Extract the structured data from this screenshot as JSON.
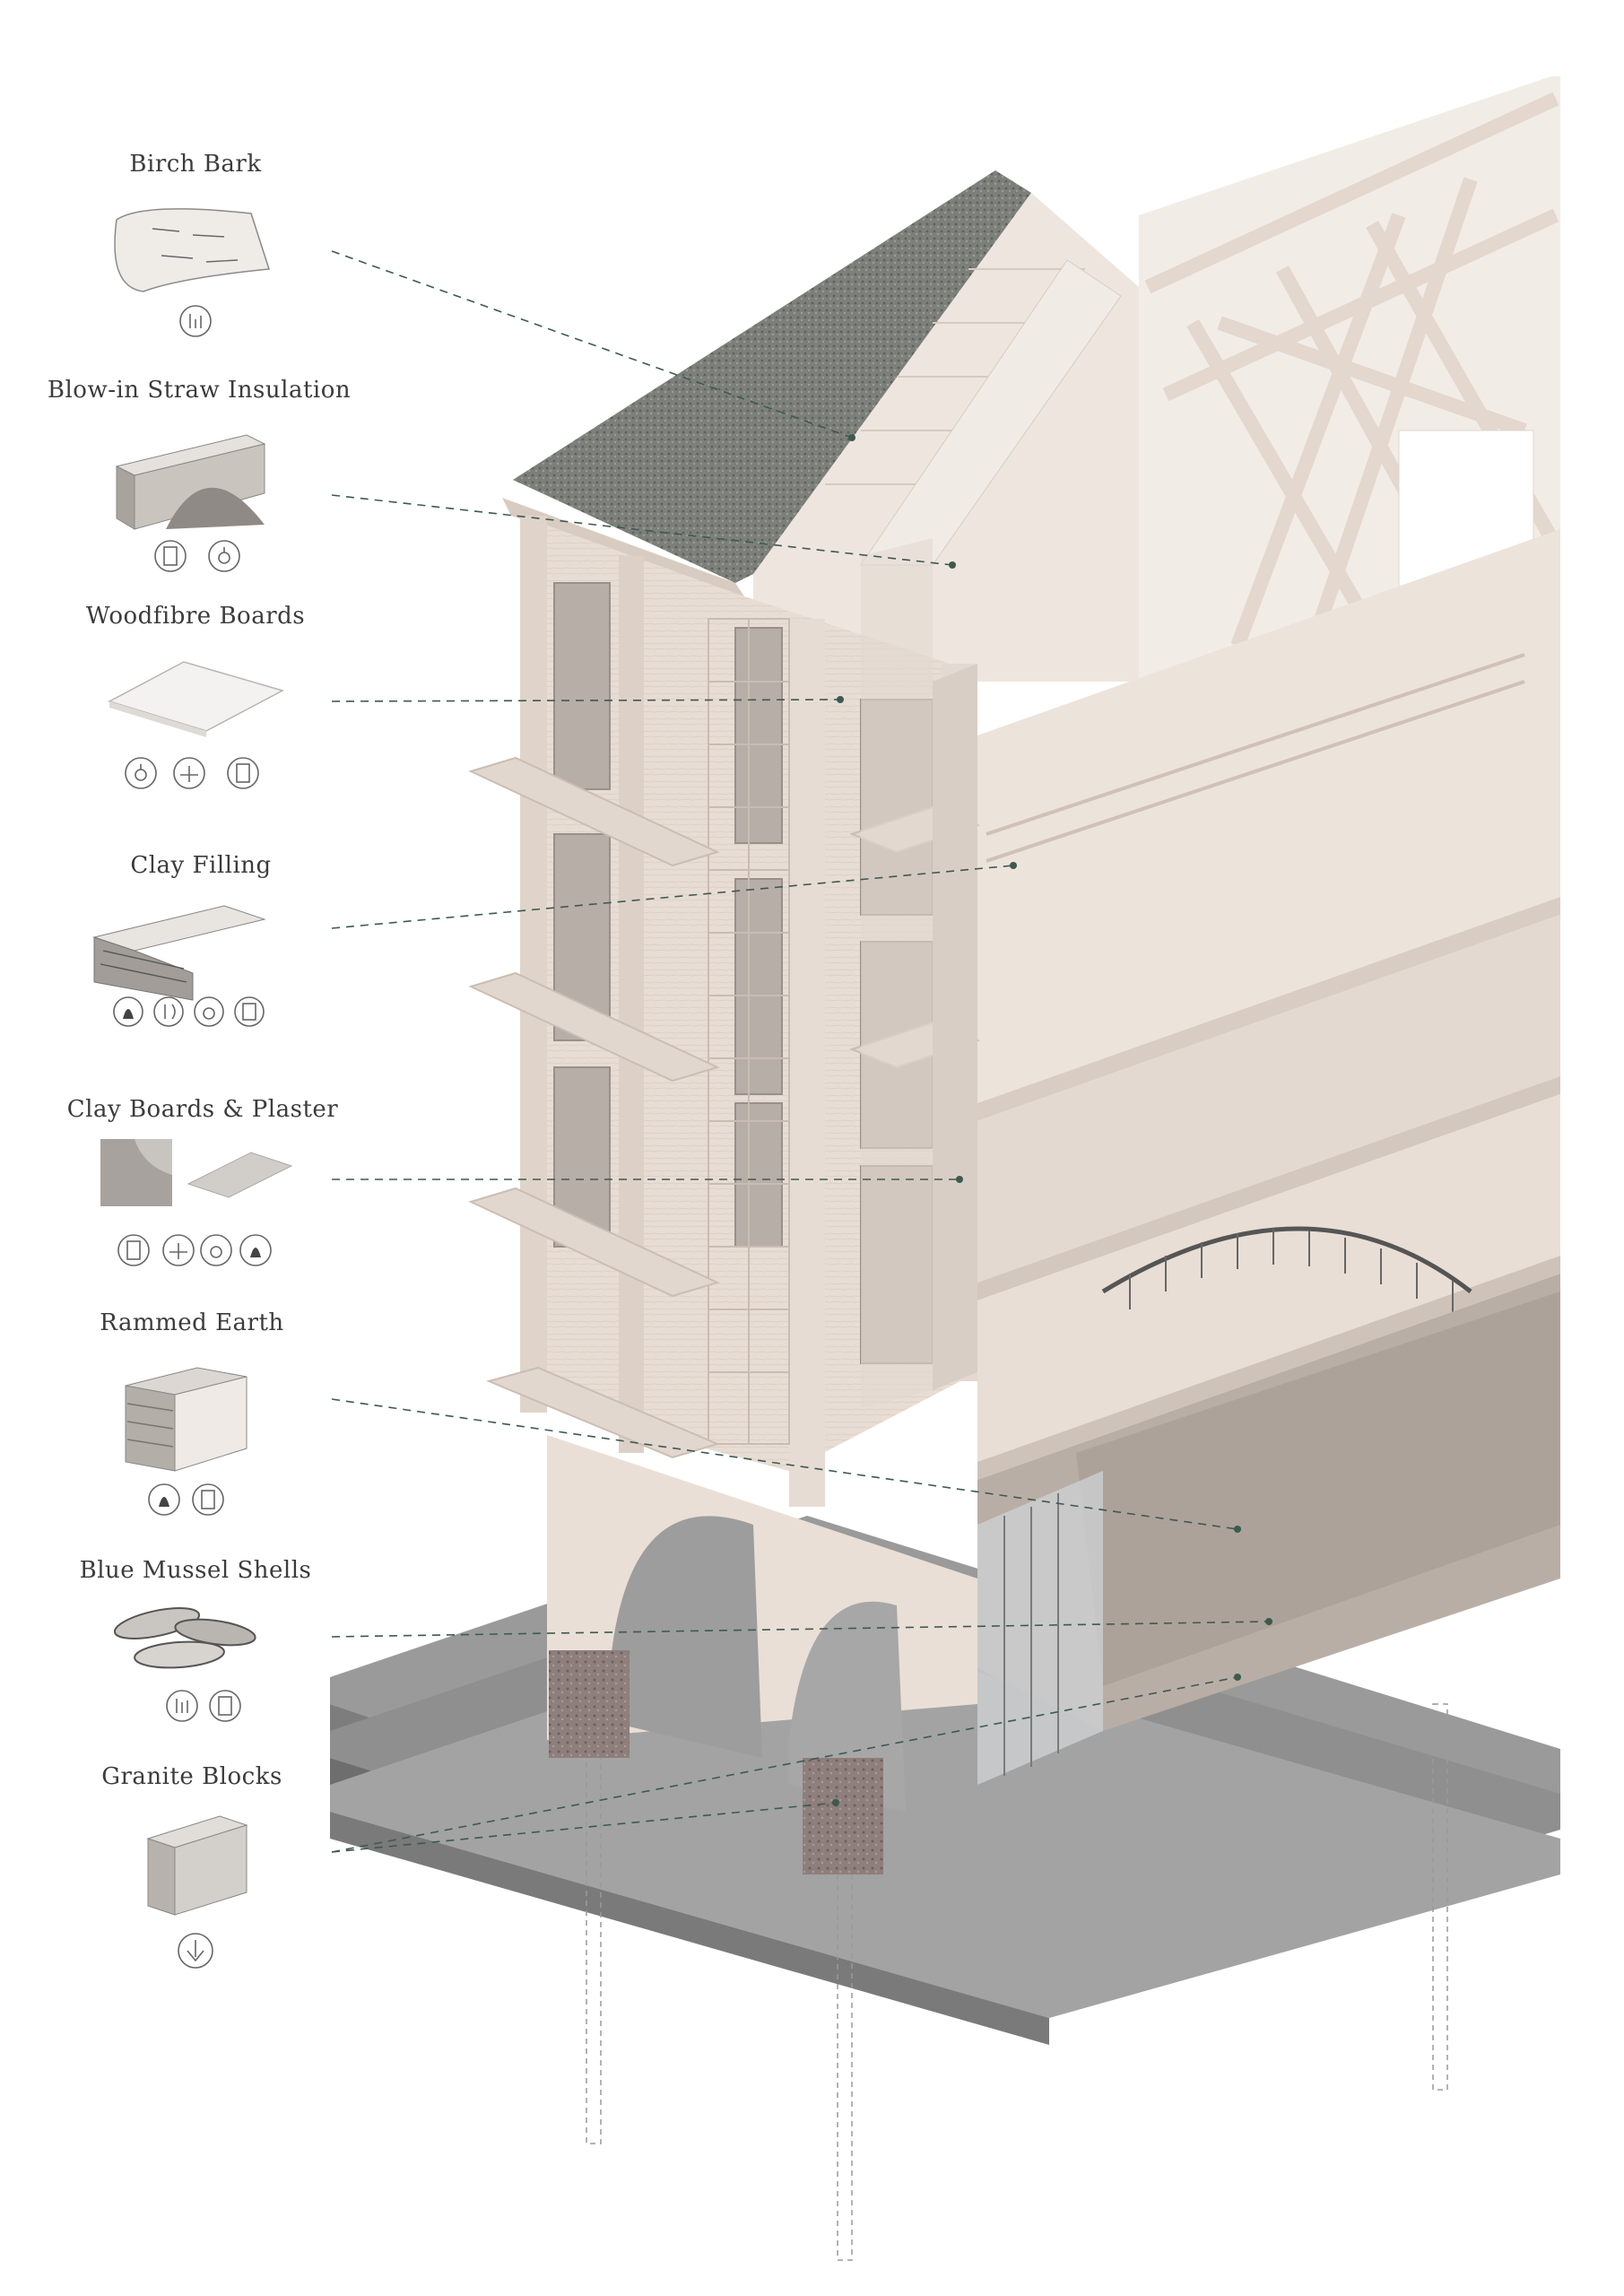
{
  "materials": [
    {
      "name": "Birch Bark",
      "icons": [
        "tool-icon"
      ]
    },
    {
      "name": "Blow-in Straw Insulation",
      "icons": [
        "panel-icon",
        "thermal-icon"
      ]
    },
    {
      "name": "Woodfibre Boards",
      "icons": [
        "thermal-icon",
        "tool-icon",
        "panel-icon"
      ]
    },
    {
      "name": "Clay Filling",
      "icons": [
        "fire-icon",
        "acoustic-icon",
        "thermal-icon",
        "panel-icon"
      ]
    },
    {
      "name": "Clay Boards & Plaster",
      "icons": [
        "panel-icon",
        "tool-icon",
        "thermal-icon",
        "fire-icon"
      ]
    },
    {
      "name": "Rammed Earth",
      "icons": [
        "fire-icon",
        "panel-icon"
      ]
    },
    {
      "name": "Blue Mussel Shells",
      "icons": [
        "tool-icon",
        "panel-icon"
      ]
    },
    {
      "name": "Granite Blocks",
      "icons": [
        "load-arrow-icon"
      ]
    }
  ],
  "colors": {
    "timber": "#e8ddd4",
    "timber_shadow": "#cbbdb3",
    "roof_moss": "#7d807a",
    "ground_slab": "#8f8f8f",
    "granite": "#8e7f7c",
    "leader_line": "#3d5a50",
    "label_text": "#3c3c3c"
  }
}
